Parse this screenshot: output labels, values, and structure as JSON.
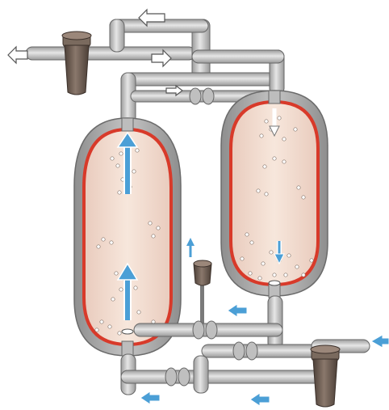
{
  "diagram": {
    "kind": "twin-tower desiccant dryer illustration",
    "labels": [],
    "colors": {
      "background": "#ffffff",
      "pipe_fill": "#c9c9c9",
      "pipe_stroke": "#6b6b6b",
      "shell_gray": "#a9a9a9",
      "liner_red": "#d83a2a",
      "bed_fill": "#f2dccd",
      "housing_dark": "#6a5a4f",
      "arrow_blue": "#4b9fd6",
      "arrow_outline_white": "#ffffff"
    },
    "icons": [
      "left-tower",
      "right-tower",
      "upper-left-filter-housing",
      "lower-right-filter-housing",
      "small-gauge",
      "flow-arrows",
      "valves"
    ]
  }
}
